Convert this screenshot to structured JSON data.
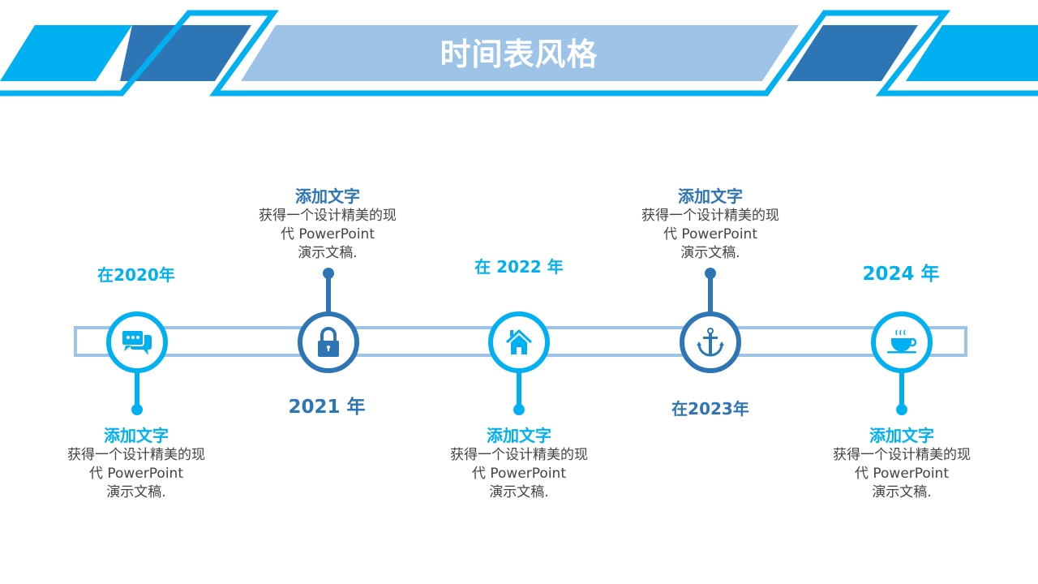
{
  "title": "时间表风格",
  "colors": {
    "light": "#00B0F0",
    "dark": "#2E75B6",
    "pale": "#9DC3E6"
  },
  "items": [
    {
      "year": "在2020年",
      "heading": "添加文字",
      "body1": "获得一个设计精美的现",
      "body2": "代 PowerPoint",
      "body3": "演示文稿.",
      "icon": "chat-bubbles-icon"
    },
    {
      "year": "2021 年",
      "heading": "添加文字",
      "body1": "获得一个设计精美的现",
      "body2": "代 PowerPoint",
      "body3": "演示文稿.",
      "icon": "lock-icon"
    },
    {
      "year": "在 2022 年",
      "heading": "添加文字",
      "body1": "获得一个设计精美的现",
      "body2": "代 PowerPoint",
      "body3": "演示文稿.",
      "icon": "home-icon"
    },
    {
      "year": "在2023年",
      "heading": "添加文字",
      "body1": "获得一个设计精美的现",
      "body2": "代 PowerPoint",
      "body3": "演示文稿.",
      "icon": "anchor-icon"
    },
    {
      "year": "2024 年",
      "heading": "添加文字",
      "body1": "获得一个设计精美的现",
      "body2": "代 PowerPoint",
      "body3": "演示文稿.",
      "icon": "coffee-cup-icon"
    }
  ]
}
